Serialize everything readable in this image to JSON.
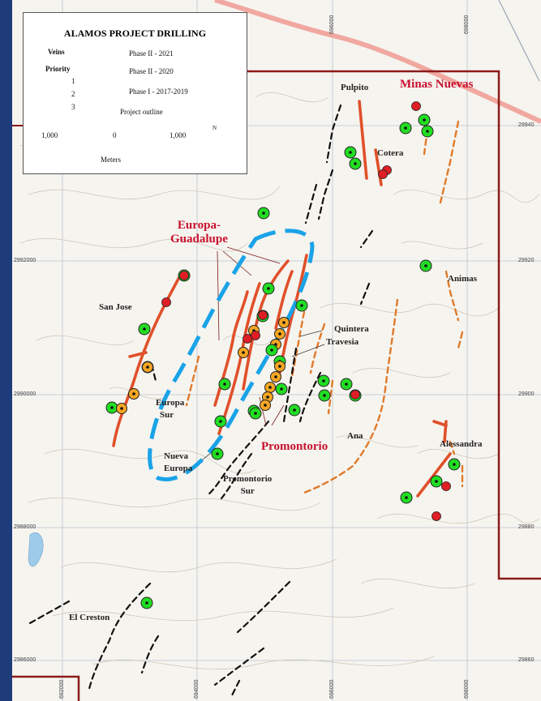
{
  "colors": {
    "frame": "#1f3c7a",
    "vein_priority_1": "#e0502a",
    "vein_priority_2": "#e07a2a",
    "vein_priority_3": "#111111",
    "project_outline": "#8b1a1a",
    "phase2_2021": "#e01e25",
    "phase2_2020": "#f5a623",
    "phase1": "#22dd22",
    "highlight_dash": "#1aa3e8"
  },
  "legend": {
    "title": "ALAMOS PROJECT DRILLING",
    "veins_label": "Veins",
    "priority_label": "Priority",
    "priorities": [
      "1",
      "2",
      "3"
    ],
    "phases": [
      "Phase II - 2021",
      "Phase II - 2020",
      "Phase I - 2017-2019"
    ],
    "outline_label": "Project outline",
    "scale": {
      "left": "1,000",
      "mid": "0",
      "right": "1,000",
      "unit": "Meters"
    },
    "north": "N"
  },
  "places": {
    "minas_nuevas": "Minas Nuevas",
    "pulpito": "Pulpito",
    "cotera": "Cotera",
    "europa_guadalupe_1": "Europa-",
    "europa_guadalupe_2": "Guadalupe",
    "animas": "Animas",
    "san_jose": "San Jose",
    "quintera": "Quintera",
    "travesia": "Travesia",
    "europa_sur_1": "Europa",
    "europa_sur_2": "Sur",
    "ana": "Ana",
    "promontorio": "Promontorio",
    "alessandra": "Alessandra",
    "nueva_europa_1": "Nueva",
    "nueva_europa_2": "Europa",
    "promontorio_sur_1": "Promontorio",
    "promontorio_sur_2": "Sur",
    "el_creston": "El Creston"
  },
  "coords": {
    "y_left": [
      "2992000",
      "2990000",
      "2988000",
      "2986000"
    ],
    "y_right": [
      "29940",
      "29920",
      "29900",
      "29880",
      "29860"
    ],
    "x_top": [
      "696000",
      "698000"
    ],
    "x_bottom": [
      "692000",
      "694000",
      "696000",
      "698000"
    ]
  }
}
